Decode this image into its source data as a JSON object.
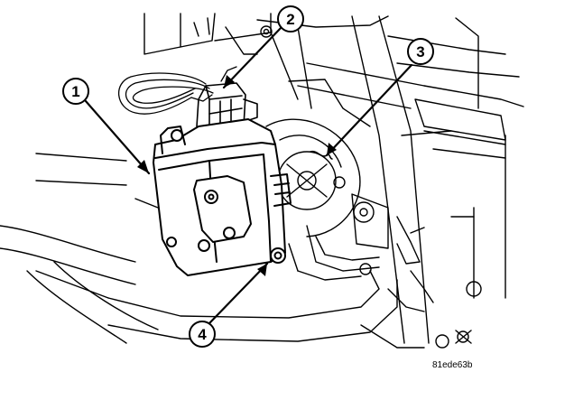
{
  "figure": {
    "callouts": [
      {
        "id": "1",
        "label": "1"
      },
      {
        "id": "2",
        "label": "2"
      },
      {
        "id": "3",
        "label": "3"
      },
      {
        "id": "4",
        "label": "4"
      }
    ],
    "reference_code": "81ede63b"
  }
}
